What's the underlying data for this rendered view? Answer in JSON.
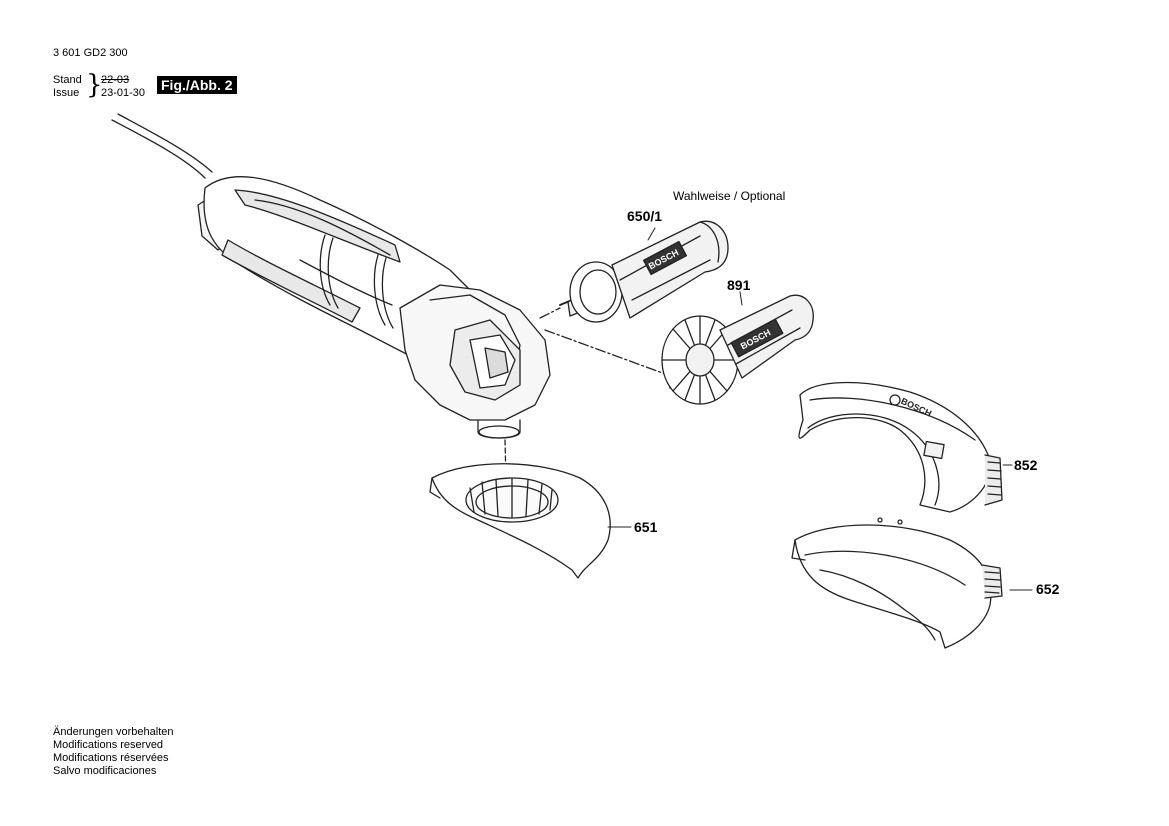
{
  "header": {
    "doc_number": "3 601 GD2 300",
    "stand_label": "Stand",
    "issue_label": "Issue",
    "stand_value": "22-03",
    "issue_value": "23-01-30",
    "figure_label": "Fig./Abb. 2"
  },
  "diagram": {
    "optional_note": "Wahlweise / Optional",
    "brand_text": "BOSCH",
    "parts": [
      {
        "id": "650/1"
      },
      {
        "id": "891"
      },
      {
        "id": "852"
      },
      {
        "id": "651"
      },
      {
        "id": "652"
      }
    ]
  },
  "footer": {
    "lines": [
      "Änderungen vorbehalten",
      "Modifications reserved",
      "Modifications réservées",
      "Salvo modificaciones"
    ]
  }
}
